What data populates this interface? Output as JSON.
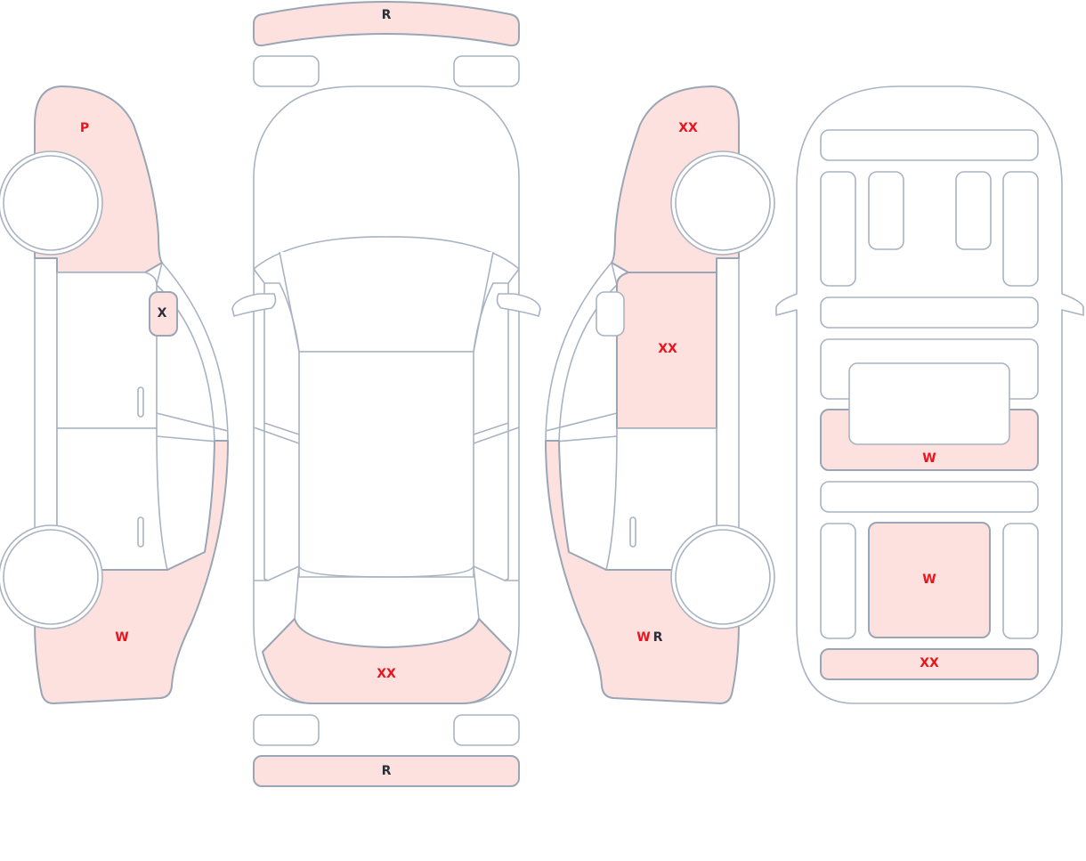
{
  "colors": {
    "damaged_fill": "#fde1de",
    "outline": "#a9b3c1",
    "code_red": "#e8141e",
    "code_dark": "#2b2f3a"
  },
  "labels": {
    "front_bumper": "R",
    "rear_bumper": "R",
    "left_front_fender": "P",
    "left_mirror": "X",
    "left_rear_quarter": "W",
    "trunk_top": "XX",
    "right_front_fender": "XX",
    "right_front_door": "XX",
    "right_rear_quarter_a": "W",
    "right_rear_quarter_b": "R",
    "floor_middle": "W",
    "floor_rear_center": "W",
    "floor_rear": "XX"
  }
}
